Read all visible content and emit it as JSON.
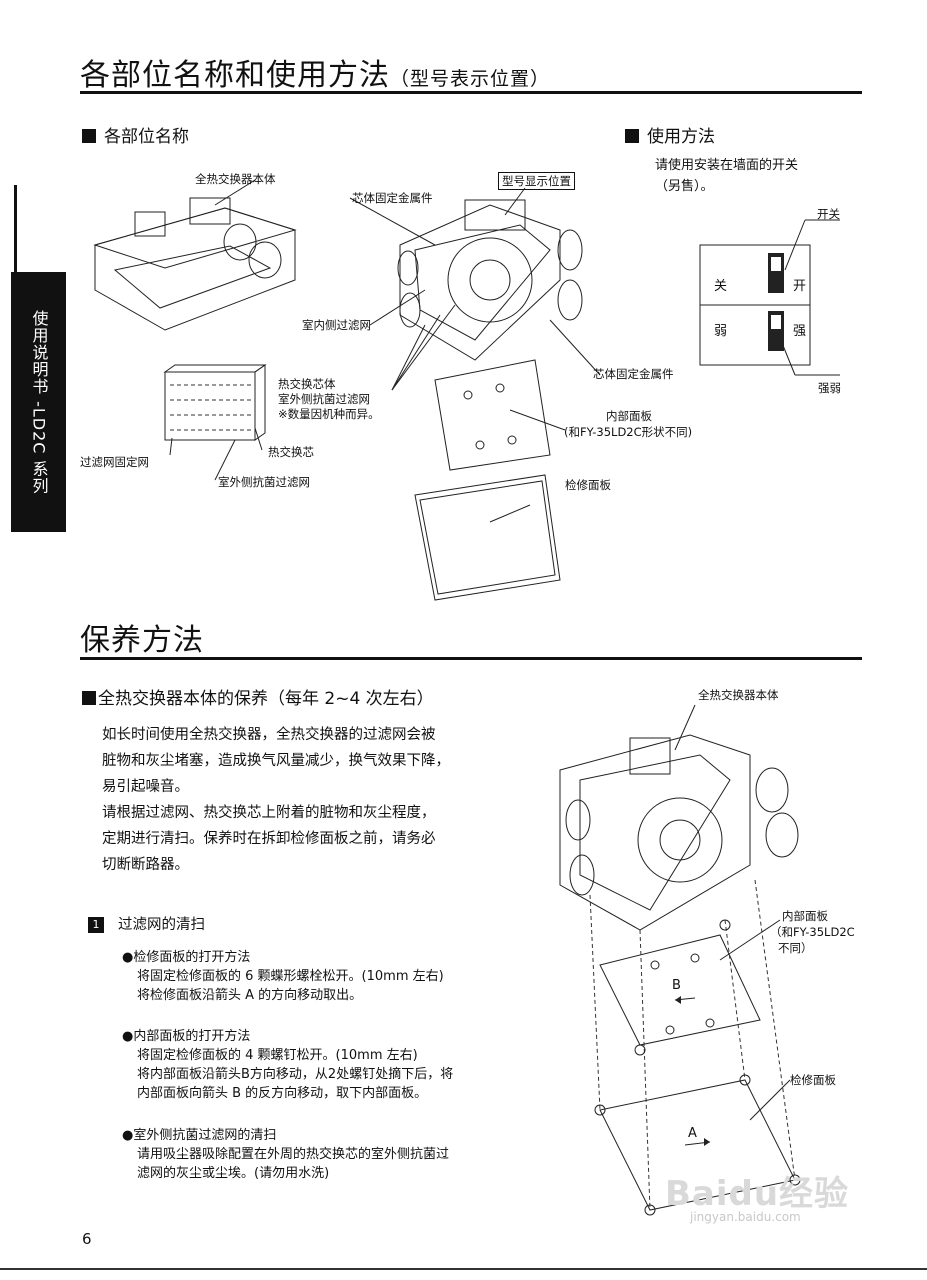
{
  "page_title": "各部位名称和使用方法",
  "page_title_suffix": "（型号表示位置）",
  "side_tab": "使用说明书 -LD2C 系列",
  "parts_section": {
    "heading": "各部位名称",
    "labels": {
      "main_unit": "全热交换器本体",
      "core_bracket_top": "芯体固定金属件",
      "model_position": "型号显示位置",
      "indoor_filter": "室内侧过滤网",
      "core_and_filter_line1": "热交换芯体",
      "core_and_filter_line2": "室外侧抗菌过滤网",
      "core_and_filter_note": "※数量因机种而异。",
      "core_bracket_bottom": "芯体固定金属件",
      "inner_panel": "内部面板",
      "inner_panel_note": "(和FY-35LD2C形状不同)",
      "heat_core": "热交换芯",
      "filter_fixing": "过滤网固定网",
      "outdoor_filter": "室外侧抗菌过滤网",
      "service_panel": "检修面板"
    }
  },
  "usage_section": {
    "heading": "使用方法",
    "text_line1": "请使用安装在墙面的开关",
    "text_line2": "（另售）。",
    "switch_label": "开关",
    "off_label": "关",
    "on_label": "开",
    "weak_label": "弱",
    "strong_label": "强",
    "strength_label": "强弱"
  },
  "maintenance": {
    "title": "保养方法",
    "sub_heading": "全热交换器本体的保养（每年 2~4 次左右）",
    "para1_lines": [
      "如长时间使用全热交换器，全热交换器的过滤网会被",
      "脏物和灰尘堵塞，造成换气风量减少，换气效果下降，",
      "易引起噪音。"
    ],
    "para2_lines": [
      "请根据过滤网、热交换芯上附着的脏物和灰尘程度，",
      "定期进行清扫。保养时在拆卸检修面板之前，请务必",
      "切断断路器。"
    ],
    "step_number": "1",
    "step_title": "过滤网的清扫",
    "bullets": [
      {
        "title": "●检修面板的打开方法",
        "lines": [
          "将固定检修面板的 6 颗蝶形螺栓松开。(10mm 左右)",
          "将检修面板沿箭头 A 的方向移动取出。"
        ]
      },
      {
        "title": "●内部面板的打开方法",
        "lines": [
          "将固定检修面板的 4 颗螺钉松开。(10mm 左右)",
          "将内部面板沿箭头B方向移动，从2处螺钉处摘下后，将",
          "内部面板向箭头 B 的反方向移动，取下内部面板。"
        ]
      },
      {
        "title": "●室外侧抗菌过滤网的清扫",
        "lines": [
          "请用吸尘器吸除配置在外周的热交换芯的室外侧抗菌过",
          "滤网的灰尘或尘埃。(请勿用水洗)"
        ]
      }
    ],
    "diagram_labels": {
      "main_unit": "全热交换器本体",
      "inner_panel": "内部面板",
      "inner_panel_note1": "（和FY-35LD2C",
      "inner_panel_note2": "不同）",
      "service_panel": "检修面板",
      "arrow_a": "A",
      "arrow_b": "B"
    }
  },
  "page_number": "6",
  "watermark": "Baidu经验",
  "watermark_url": "jingyan.baidu.com"
}
